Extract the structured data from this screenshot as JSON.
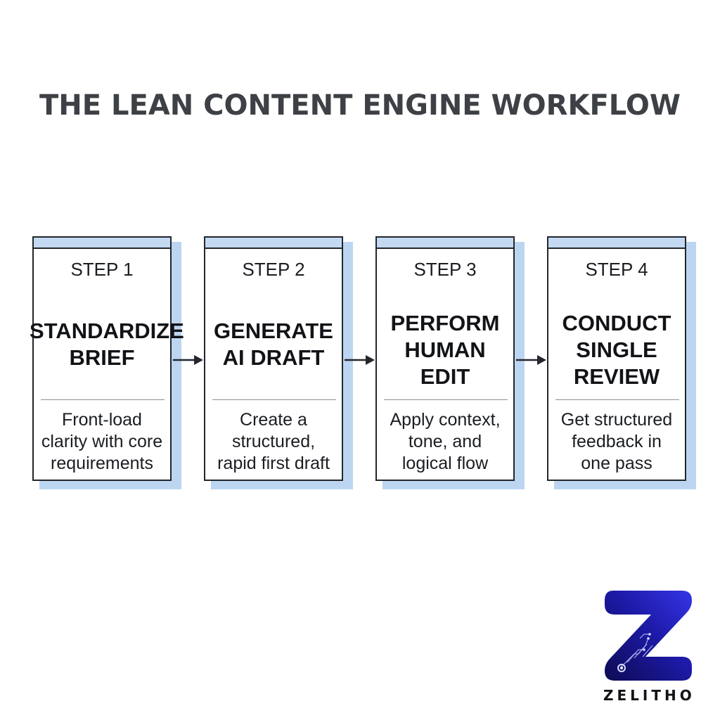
{
  "title": "THE LEAN CONTENT ENGINE WORKFLOW",
  "steps": [
    {
      "label": "STEP 1",
      "heading": [
        "STANDARDIZE",
        "BRIEF"
      ],
      "description": [
        "Front-load",
        "clarity with core",
        "requirements"
      ]
    },
    {
      "label": "STEP 2",
      "heading": [
        "GENERATE",
        "AI DRAFT"
      ],
      "description": [
        "Create a",
        "structured,",
        "rapid first draft"
      ]
    },
    {
      "label": "STEP 3",
      "heading": [
        "PERFORM",
        "HUMAN",
        "EDIT"
      ],
      "description": [
        "Apply context,",
        "tone, and",
        "logical flow"
      ]
    },
    {
      "label": "STEP 4",
      "heading": [
        "CONDUCT",
        "SINGLE",
        "REVIEW"
      ],
      "description": [
        "Get structured",
        "feedback in",
        "one pass"
      ]
    }
  ],
  "logo": {
    "text": "ZELITHO"
  },
  "colors": {
    "accent_blue": "#c3daf2",
    "shadow_blue": "#bcd6f1",
    "border": "#23262c",
    "title": "#3d4045",
    "logo_dark": "#0d0b52",
    "logo_bright": "#2f2fd9"
  }
}
